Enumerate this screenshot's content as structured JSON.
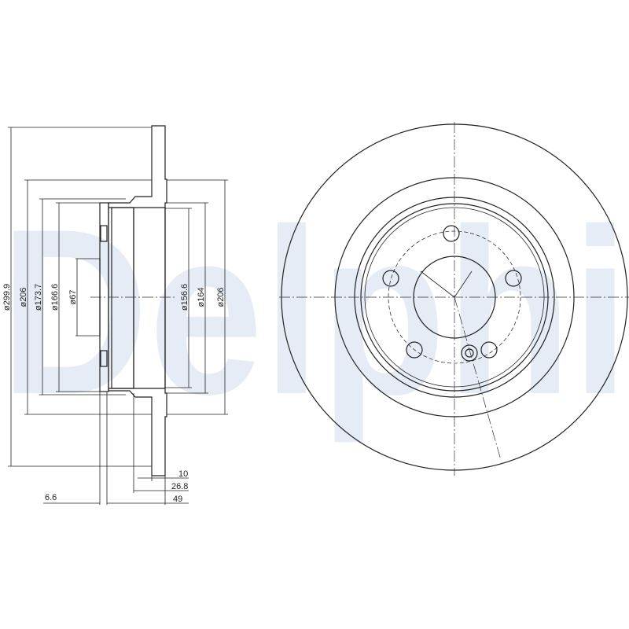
{
  "watermark": {
    "text": "Delphi",
    "color": "#e6ecf6"
  },
  "side_view": {
    "diameters": {
      "outer": "ø299.9",
      "left_206": "ø206",
      "d173_7": "ø173.7",
      "d166_6": "ø166.6",
      "center_bore": "ø67",
      "d156_6": "ø156.6",
      "d164": "ø164",
      "right_206": "ø206"
    },
    "widths": {
      "thickness": "10",
      "offset": "26.8",
      "height": "49",
      "hub_thickness": "6.6"
    }
  },
  "front_view": {
    "bolt_holes": 5
  }
}
